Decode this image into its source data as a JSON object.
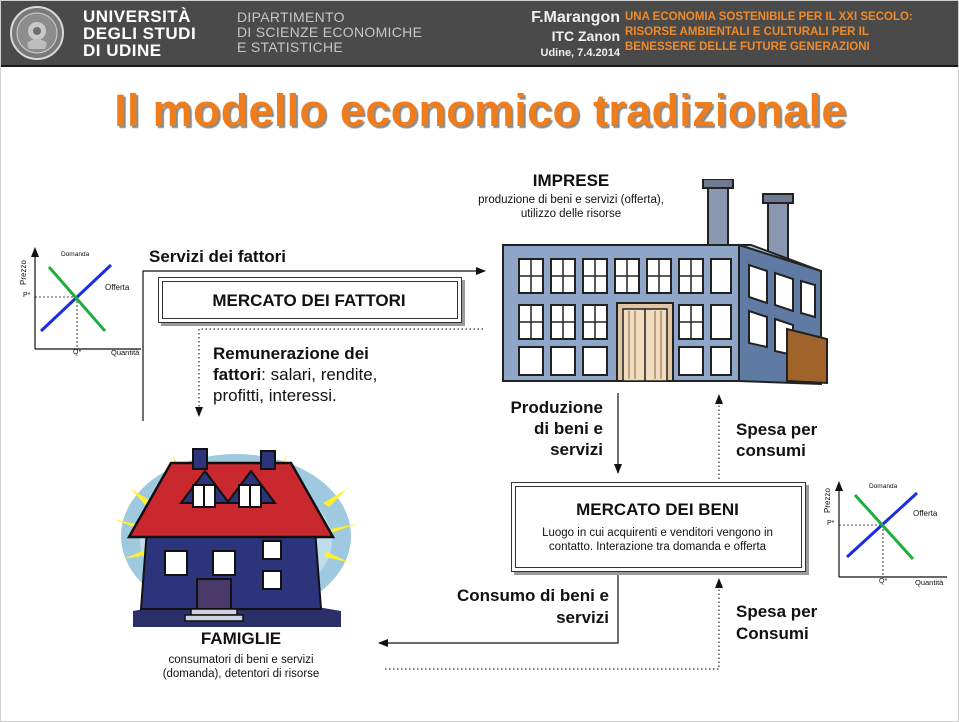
{
  "header": {
    "university": [
      "UNIVERSITÀ",
      "DEGLI STUDI",
      "DI UDINE"
    ],
    "department": [
      "DIPARTIMENTO",
      "DI SCIENZE ECONOMICHE",
      "E STATISTICHE"
    ],
    "author": "F.Marangon",
    "school": "ITC Zanon",
    "place_date": "Udine, 7.4.2014",
    "conference": [
      "UNA ECONOMIA SOSTENIBILE PER IL XXI SECOLO:",
      "RISORSE AMBIENTALI E CULTURALI PER IL",
      "BENESSERE DELLE FUTURE GENERAZIONI"
    ]
  },
  "title": "Il modello economico tradizionale",
  "imprese": {
    "heading": "IMPRESE",
    "desc": [
      "produzione di beni e servizi (offerta),",
      "utilizzo delle risorse"
    ]
  },
  "famiglie": {
    "heading": "FAMIGLIE",
    "desc": [
      "consumatori di beni e servizi",
      "(domanda), detentori di risorse"
    ]
  },
  "mercato_fattori": {
    "label": "MERCATO DEI FATTORI"
  },
  "mercato_beni": {
    "label": "MERCATO DEI BENI",
    "desc": [
      "Luogo in cui acquirenti e venditori vengono in",
      "contatto. Interazione tra domanda e offerta"
    ]
  },
  "flows": {
    "servizi_fattori": "Servizi dei fattori",
    "remunerazione_bold1": "Remunerazione dei",
    "remunerazione_bold2": "fattori",
    "remunerazione_rest1": ": salari, rendite,",
    "remunerazione_rest2": "profitti, interessi.",
    "produzione": [
      "Produzione",
      "di beni e",
      "servizi"
    ],
    "spesa_consumi_top": [
      "Spesa per",
      "consumi"
    ],
    "consumo": [
      "Consumo di beni e",
      "servizi"
    ],
    "spesa_consumi_bottom": [
      "Spesa per",
      "Consumi"
    ]
  },
  "mini_chart": {
    "ylabel": "Prezzo",
    "xlabel": "Quantità",
    "demand_label": "Domanda",
    "supply_label": "Offerta",
    "p_star": "P*",
    "q_star": "Q*"
  },
  "colors": {
    "header_bg": "#4a4a4a",
    "title": "#f07d1c",
    "demand_line": "#1fae3e",
    "supply_line": "#1c2ee0",
    "factory_wall": "#8fa6c8",
    "house_roof": "#c8282e"
  }
}
